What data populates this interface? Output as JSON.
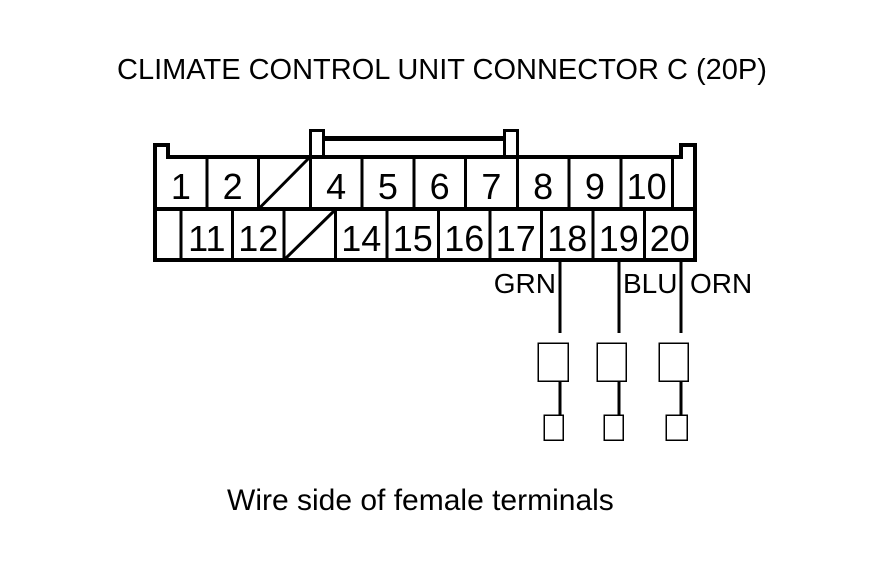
{
  "title": "CLIMATE CONTROL UNIT CONNECTOR C (20P)",
  "caption": "Wire side of female terminals",
  "colors": {
    "ink": "#000000",
    "background": "#ffffff"
  },
  "connector": {
    "top_row": [
      {
        "pin": "1"
      },
      {
        "pin": "2"
      },
      {
        "pin": "",
        "blocked": true
      },
      {
        "pin": "4"
      },
      {
        "pin": "5"
      },
      {
        "pin": "6"
      },
      {
        "pin": "7"
      },
      {
        "pin": "8"
      },
      {
        "pin": "9"
      },
      {
        "pin": "10"
      }
    ],
    "bottom_row": [
      {
        "pin": "11"
      },
      {
        "pin": "12"
      },
      {
        "pin": "",
        "blocked": true
      },
      {
        "pin": "14"
      },
      {
        "pin": "15"
      },
      {
        "pin": "16"
      },
      {
        "pin": "17"
      },
      {
        "pin": "18"
      },
      {
        "pin": "19"
      },
      {
        "pin": "20"
      }
    ]
  },
  "wires": [
    {
      "pin": "18",
      "color": "GRN"
    },
    {
      "pin": "19",
      "color": "BLU"
    },
    {
      "pin": "20",
      "color": "ORN"
    }
  ]
}
